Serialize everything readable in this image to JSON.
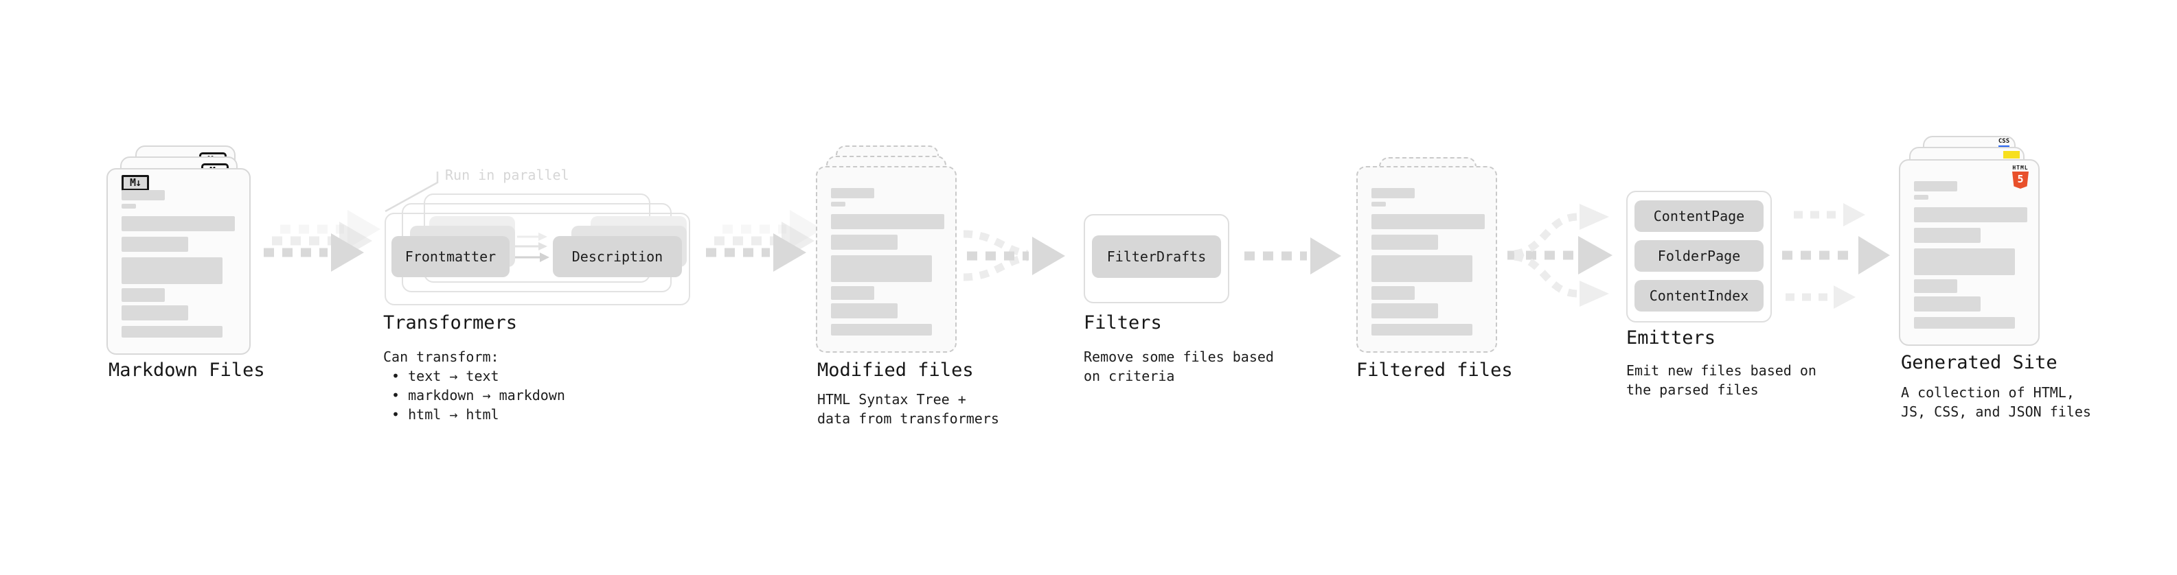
{
  "markdown_files": {
    "label": "Markdown Files"
  },
  "transformers": {
    "label": "Transformers",
    "note": "Run in parallel",
    "buttons": {
      "frontmatter": "Frontmatter",
      "description": "Description"
    },
    "desc": [
      "Can transform:",
      " • text → text",
      " • markdown → markdown",
      " • html → html"
    ]
  },
  "modified_files": {
    "label": "Modified files",
    "desc": [
      "HTML Syntax Tree +",
      "data from transformers"
    ]
  },
  "filters": {
    "label": "Filters",
    "button": "FilterDrafts",
    "desc": [
      "Remove some files based",
      "on criteria"
    ]
  },
  "filtered_files": {
    "label": "Filtered files"
  },
  "emitters": {
    "label": "Emitters",
    "buttons": [
      "ContentPage",
      "FolderPage",
      "ContentIndex"
    ],
    "desc": [
      "Emit new files based on",
      "the parsed files"
    ]
  },
  "generated_site": {
    "label": "Generated Site",
    "desc": [
      "A collection of HTML,",
      "JS, CSS, and JSON files"
    ]
  },
  "icons": {
    "markdown": "M↓",
    "html5_word": "HTML",
    "html5_digit": "5",
    "css_word": "CSS"
  },
  "colors": {
    "html5_orange": "#E8502B",
    "js_yellow": "#F7DF1E",
    "css_blue": "#2965F1",
    "arrow_gray": "#D9D9D9",
    "card_border": "#D8D8D8",
    "bar_gray": "#DADADA"
  }
}
